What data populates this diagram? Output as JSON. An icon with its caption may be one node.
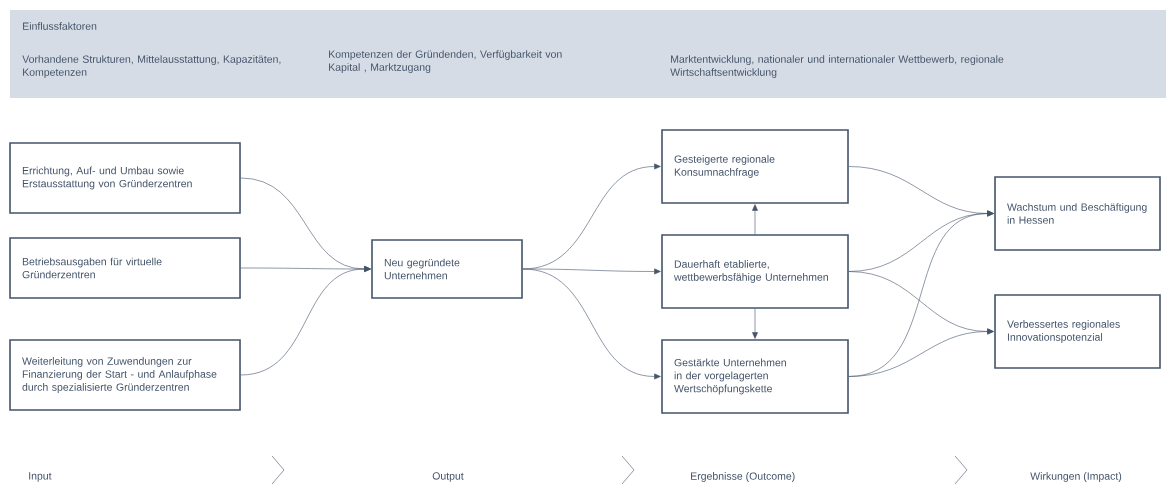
{
  "diagram": {
    "nodes": [
      {
        "text": [
          "Einflussfaktoren",
          "Vorhandene Strukturen, Mittelausstattung, Kapazitäten, Kompetenzen",
          "Kompetenzen der Gründenden, Verfügbarkeit von Kapital , Marktzugang",
          "Marktentwicklung, nationaler und internationaler Wettbewerb, regionale Wirtschaftsentwicklung"
        ]
      },
      {
        "text": [
          "Errichtung, Auf- und Umbau sowie Erstausstattung von Gründerzentren"
        ]
      },
      {
        "text": [
          "Betriebsausgaben für virtuelle Gründerzentren"
        ]
      },
      {
        "text": [
          "Weiterleitung von Zuwendungen zur Finanzierung der Start - und Anlaufphase durch spezialisierte Gründerzentren"
        ]
      },
      {
        "text": [
          "Neu gegründete Unternehmen"
        ]
      },
      {
        "text": [
          "Gesteigerte regionale Konsumnachfrage"
        ]
      },
      {
        "text": [
          "Dauerhaft etablierte, wettbewerbsfähige Unternehmen"
        ]
      },
      {
        "text": [
          "Gestärkte Unternehmen in der vorgelagerten Wertschöpfungskette"
        ]
      },
      {
        "text": [
          "Wachstum und Beschäftigung in Hessen"
        ]
      },
      {
        "text": [
          "Verbessertes regionales Innovationspotenzial"
        ]
      }
    ],
    "edges": [
      {
        "from": 1,
        "to": 4,
        "arrow": "to"
      },
      {
        "from": 2,
        "to": 4,
        "arrow": "to"
      },
      {
        "from": 3,
        "to": 4,
        "arrow": "to"
      },
      {
        "from": 4,
        "to": 5,
        "arrow": "to"
      },
      {
        "from": 4,
        "to": 6,
        "arrow": "to"
      },
      {
        "from": 4,
        "to": 7,
        "arrow": "to"
      },
      {
        "from": 6,
        "to": 5,
        "arrow": "to"
      },
      {
        "from": 6,
        "to": 7,
        "arrow": "to"
      },
      {
        "from": 5,
        "to": 8,
        "arrow": "to"
      },
      {
        "from": 6,
        "to": 8,
        "arrow": "to"
      },
      {
        "from": 7,
        "to": 8,
        "arrow": "to"
      },
      {
        "from": 6,
        "to": 9,
        "arrow": "to"
      },
      {
        "from": 7,
        "to": 9,
        "arrow": "to"
      }
    ],
    "labels": [
      "Input",
      "Output",
      "Ergebnisse (Outcome)",
      "Wirkungen (Impact)"
    ]
  }
}
